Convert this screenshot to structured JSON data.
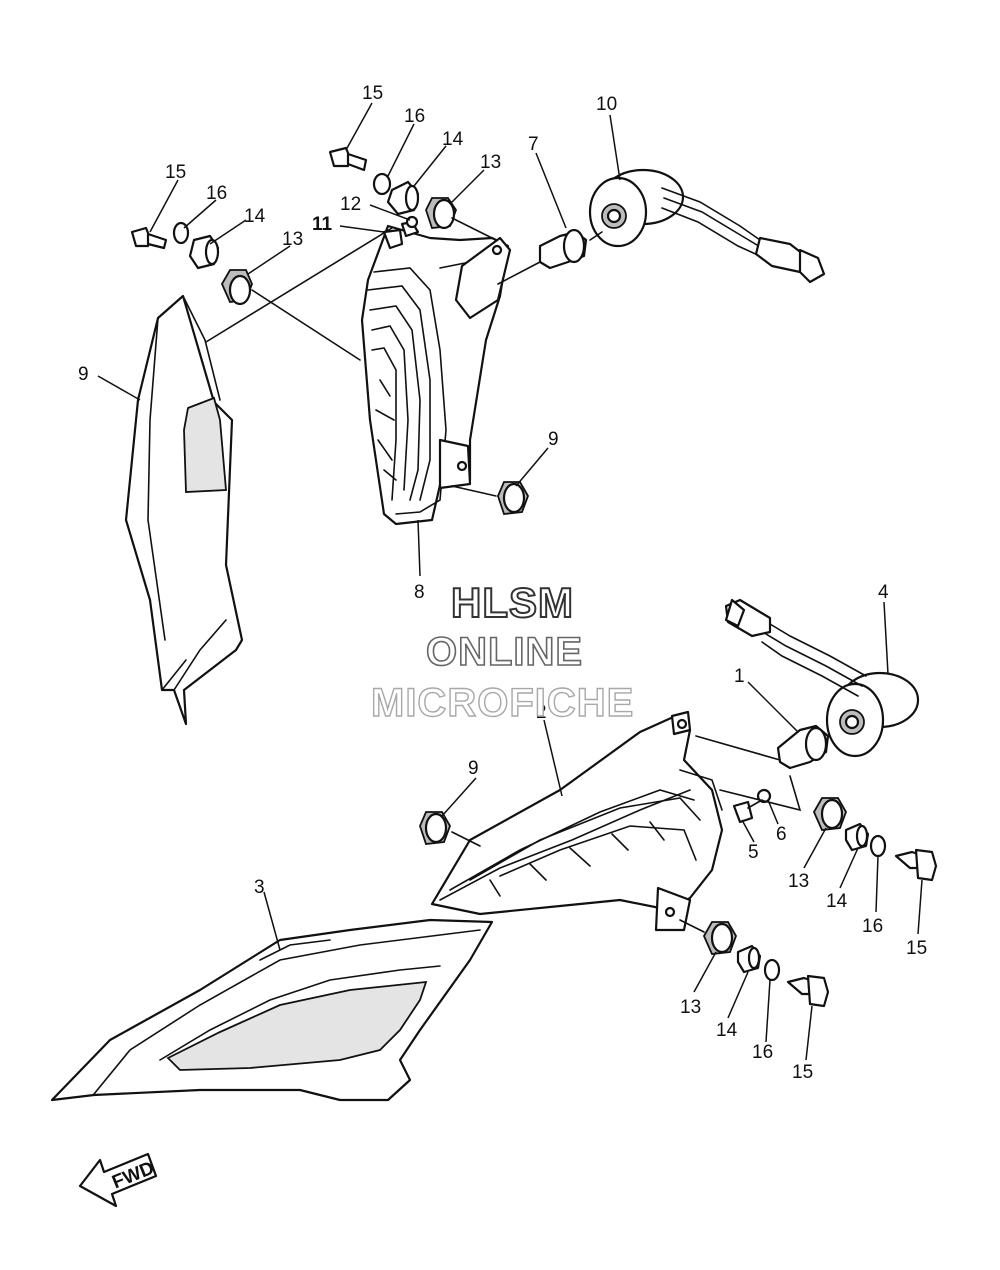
{
  "watermark": {
    "line1": "HLSM",
    "line2": "ONLINE",
    "line3": "MICROFICHE"
  },
  "fwd_label": "FWD",
  "callouts": [
    {
      "id": "c15a",
      "label": "15"
    },
    {
      "id": "c16a",
      "label": "16"
    },
    {
      "id": "c14a",
      "label": "14"
    },
    {
      "id": "c13a",
      "label": "13"
    },
    {
      "id": "c15b",
      "label": "15"
    },
    {
      "id": "c16b",
      "label": "16"
    },
    {
      "id": "c14b",
      "label": "14"
    },
    {
      "id": "c13b",
      "label": "13"
    },
    {
      "id": "c12",
      "label": "12"
    },
    {
      "id": "c11",
      "label": "11"
    },
    {
      "id": "c7",
      "label": "7"
    },
    {
      "id": "c10",
      "label": "10"
    },
    {
      "id": "c9a",
      "label": "9"
    },
    {
      "id": "c9b",
      "label": "9"
    },
    {
      "id": "c8",
      "label": "8"
    },
    {
      "id": "c4",
      "label": "4"
    },
    {
      "id": "c1",
      "label": "1"
    },
    {
      "id": "c2",
      "label": "2"
    },
    {
      "id": "c9c",
      "label": "9"
    },
    {
      "id": "c6",
      "label": "6"
    },
    {
      "id": "c5",
      "label": "5"
    },
    {
      "id": "c13c",
      "label": "13"
    },
    {
      "id": "c14c",
      "label": "14"
    },
    {
      "id": "c16c",
      "label": "16"
    },
    {
      "id": "c15c",
      "label": "15"
    },
    {
      "id": "c3",
      "label": "3"
    },
    {
      "id": "c13d",
      "label": "13"
    },
    {
      "id": "c14d",
      "label": "14"
    },
    {
      "id": "c16d",
      "label": "16"
    },
    {
      "id": "c15d",
      "label": "15"
    }
  ]
}
